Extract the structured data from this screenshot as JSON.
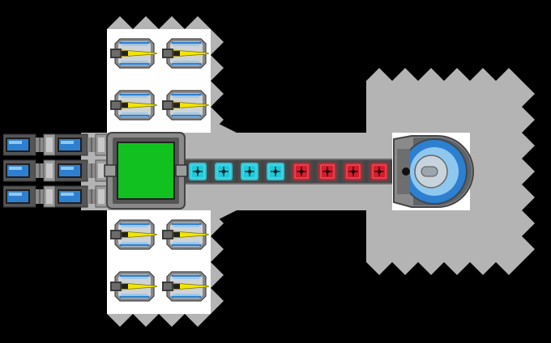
{
  "palette": {
    "background": "#000000",
    "hull": "#b4b4b4",
    "panel": "#ffffff",
    "frame_dark": "#555555",
    "frame_mid": "#8a8a8a",
    "frame_light": "#c8c8c8",
    "core_green": "#11c11f",
    "module_cyan": "#1ec9d9",
    "module_red": "#d31d2c",
    "blade_yellow": "#f2e600",
    "accent_blue": "#2d7fd0",
    "light_blue": "#8fc8ef"
  },
  "ship": {
    "core": {
      "icon": "green-core-block"
    },
    "weapons": {
      "icon": "yellow-blade-turret",
      "count": 8,
      "groups": 2
    },
    "thrusters": {
      "icon": "blue-thruster",
      "count": 6
    },
    "corridor_modules": [
      {
        "color": "cyan",
        "icon": "cyan-energy-module"
      },
      {
        "color": "cyan",
        "icon": "cyan-energy-module"
      },
      {
        "color": "cyan",
        "icon": "cyan-energy-module"
      },
      {
        "color": "cyan",
        "icon": "cyan-energy-module"
      },
      {
        "color": "red",
        "icon": "red-power-module"
      },
      {
        "color": "red",
        "icon": "red-power-module"
      },
      {
        "color": "red",
        "icon": "red-power-module"
      },
      {
        "color": "red",
        "icon": "red-power-module"
      }
    ],
    "cockpit": {
      "icon": "cockpit-dome"
    }
  }
}
